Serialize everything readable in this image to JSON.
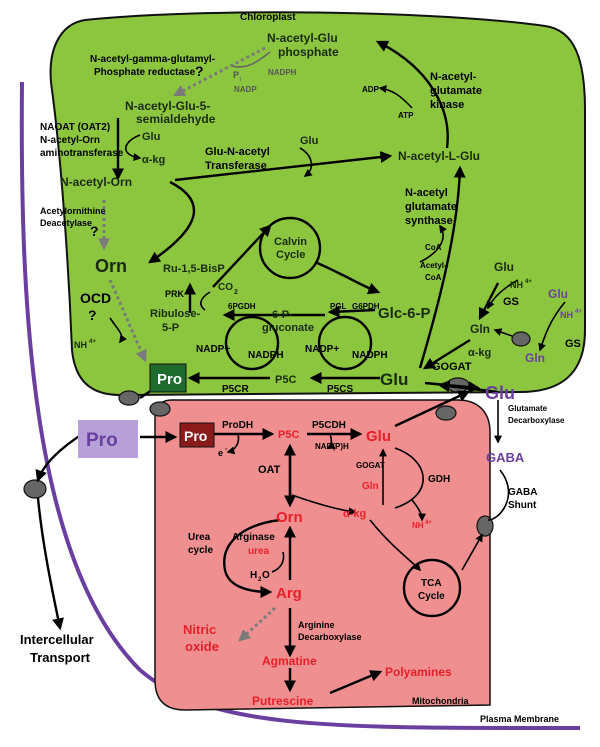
{
  "colors": {
    "chloroplast_fill": "#8cc63f",
    "mitochondria_fill": "#f08f8f",
    "membrane": "#6b3fa0",
    "red_text": "#e8202a",
    "purple_text": "#6b3fa0",
    "pro_box_dark": "#1e6b2e",
    "pro_box_red": "#8b1a1a",
    "pro_box_lavender": "#b7a0d8"
  },
  "compartments": {
    "chloroplast": "Chloroplast",
    "mitochondria": "Mitochondria",
    "plasma_membrane": "Plasma Membrane"
  },
  "chloroplast": {
    "nag_phosphate_1": "N-acetyl-Glu",
    "nag_phosphate_2": "phosphate",
    "nagpr_1": "N-acetyl-gamma-glutamyl-",
    "nagpr_2": "Phosphate reductase",
    "nagpr_q": "?",
    "pi": "P",
    "pi_sub": "i",
    "nadph_top": "NADPH",
    "nadp_top": "NADP",
    "adp": "ADP",
    "atp": "ATP",
    "nagk_1": "N-acetyl-",
    "nagk_2": "glutamate",
    "nagk_3": "kinase",
    "semiald_1": "N-acetyl-Glu-5-",
    "semiald_2": "semialdehyde",
    "naoat_1": "NAOAT  (OAT2)",
    "naoat_2": "N-acetyl-Orn",
    "naoat_3": "aminotransferase",
    "glu_a": "Glu",
    "akg_a": "α-kg",
    "glu_nat_1": "Glu-N-acetyl",
    "glu_nat_2": "Transferase",
    "glu_b": "Glu",
    "nal_glu": "N-acetyl-L-Glu",
    "na_orn": "N-acetyl-Orn",
    "nags_1": "N-acetyl",
    "nags_2": "glutamate",
    "nags_3": "synthase",
    "aod_1": "Acetylornithine",
    "aod_2": "Deacetylase",
    "aod_q": "?",
    "calvin_1": "Calvin",
    "calvin_2": "Cycle",
    "coa": "CoA",
    "acetyl_coa_1": "Acetyl-",
    "acetyl_coa_2": "CoA",
    "orn": "Orn",
    "rubp": "Ru-1,5-BisP",
    "prk": "PRK",
    "co2": "CO",
    "co2_sub": "2",
    "glu_c": "Glu",
    "nh4_c": "NH",
    "nh4_c_sup": "4+",
    "gs_c": "GS",
    "ocd": "OCD",
    "ocd_q": "?",
    "r5p_1": "Ribulose-",
    "r5p_2": "5-P",
    "pgdh": "6PGDH",
    "pg_1": "6-P-",
    "pg_2": "gluconate",
    "pgl": "PGL",
    "g6pdh": "G6PDH",
    "g6p": "Glc-6-P",
    "nh4_orn": "NH",
    "nh4_orn_sup": "4+",
    "nadp_l": "NADP+",
    "nadph_l": "NADPH",
    "nadp_r": "NADP+",
    "nadph_r": "NADPH",
    "gln_c": "Gln",
    "akg_c": "α-kg",
    "gogat_c": "GOGAT",
    "pro_c": "Pro",
    "p5c_c": "P5C",
    "p5cr": "P5CR",
    "p5cs": "P5CS",
    "glu_main": "Glu"
  },
  "cytosol": {
    "glu_in": "Glu",
    "nh4_in": "NH",
    "nh4_in_sup": "4+",
    "gln_in": "Gln",
    "gs_in": "GS",
    "glu_big": "Glu",
    "glu_decarb_1": "Glutamate",
    "glu_decarb_2": "Decarboxylase",
    "gaba": "GABA",
    "gaba_shunt_1": "GABA",
    "gaba_shunt_2": "Shunt",
    "pro_cyt": "Pro",
    "intercellular_1": "Intercellular",
    "intercellular_2": "Transport"
  },
  "mitochondria": {
    "pro_m": "Pro",
    "prodh": "ProDH",
    "e_minus": "e",
    "e_sup": "-",
    "p5c_m": "P5C",
    "p5cdh": "P5CDH",
    "nadph_m": "NAD(P)H",
    "glu_m": "Glu",
    "oat": "OAT",
    "gogat_m": "GOGAT",
    "gln_m": "Gln",
    "gdh": "GDH",
    "akg_m": "α-kg",
    "nh4_m": "NH",
    "nh4_m_sup": "4+",
    "orn_m": "Orn",
    "urea_cycle_1": "Urea",
    "urea_cycle_2": "cycle",
    "arginase": "Arginase",
    "urea": "urea",
    "h2o": "H",
    "h2o_sub": "2",
    "h2o_end": "O",
    "arg": "Arg",
    "tca_1": "TCA",
    "tca_2": "Cycle",
    "nitric_1": "Nitric",
    "nitric_2": "oxide",
    "adc_1": "Arginine",
    "adc_2": "Decarboxylase",
    "agmatine": "Agmatine",
    "polyamines": "Polyamines",
    "putrescine": "Putrescine"
  }
}
